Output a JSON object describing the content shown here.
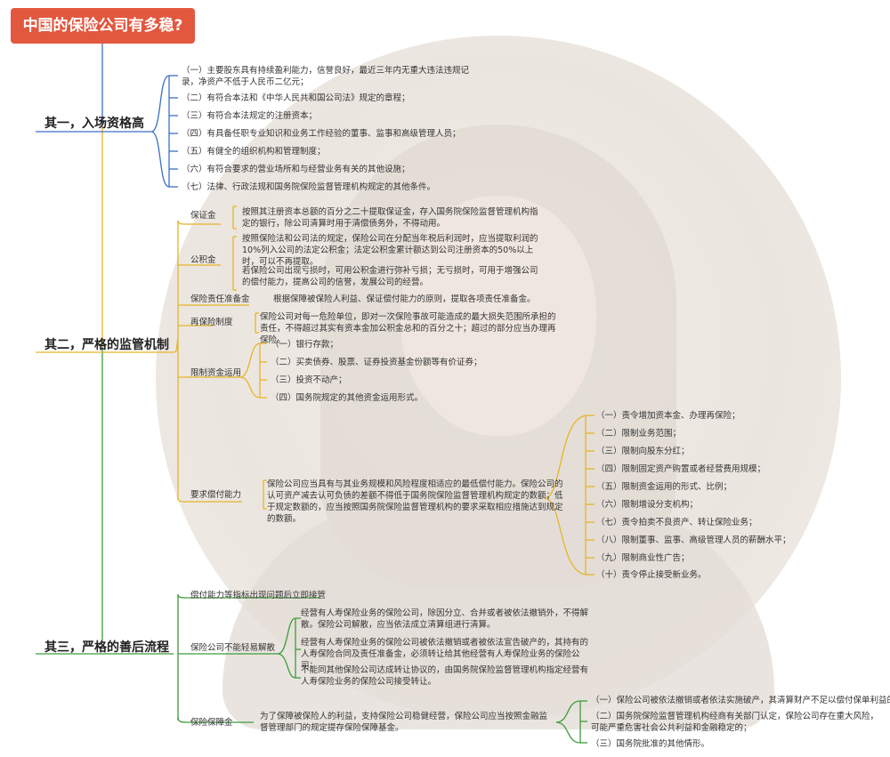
{
  "title": "中国的保险公司有多稳?",
  "branch1": {
    "label": "其一，入场资格高",
    "items": [
      "（一）主要股东具有持续盈利能力，信誉良好，最近三年内无重大违法违规记录，净资产不低于人民币二亿元；",
      "（二）有符合本法和《中华人民共和国公司法》规定的章程；",
      "（三）有符合本法规定的注册资本；",
      "（四）有具备任职专业知识和业务工作经验的董事、监事和高级管理人员；",
      "（五）有健全的组织机构和管理制度；",
      "（六）有符合要求的营业场所和与经营业务有关的其他设施；",
      "（七）法律、行政法规和国务院保险监督管理机构规定的其他条件。"
    ]
  },
  "branch2": {
    "label": "其二，严格的监管机制",
    "guarantee": {
      "label": "保证金",
      "text": "按照其注册资本总额的百分之二十提取保证金，存入国务院保险监督管理机构指定的银行，除公司清算时用于清偿债务外，不得动用。"
    },
    "reserve": {
      "label": "公积金",
      "text1": "按照保险法和公司法的规定，保险公司在分配当年税后利润时，应当提取利润的10%列入公司的法定公积金；法定公积金累计额达到公司注册资本的50%以上时，可以不再提取。",
      "text2": "若保险公司出现亏损时，可用公积金进行弥补亏损；无亏损时，可用于增强公司的偿付能力，提高公司的信誉，发展公司的经营。"
    },
    "liability": {
      "label": "保险责任准备金",
      "text": "根据保障被保险人利益、保证偿付能力的原则，提取各项责任准备金。"
    },
    "reinsurance": {
      "label": "再保险制度",
      "text": "保险公司对每一危险单位，即对一次保险事故可能造成的最大损失范围所承担的责任，不得超过其实有资本金加公积金总和的百分之十；超过的部分应当办理再保险。"
    },
    "funds": {
      "label": "限制资金运用",
      "items": [
        "（一）银行存款；",
        "（二）买卖债券、股票、证券投资基金份额等有价证券；",
        "（三）投资不动产；",
        "（四）国务院规定的其他资金运用形式。"
      ]
    },
    "solvency": {
      "label": "要求偿付能力",
      "text": "保险公司应当具有与其业务规模和风险程度相适应的最低偿付能力。保险公司的认可资产减去认可负债的差额不得低于国务院保险监督管理机构规定的数额；低于规定数额的，应当按照国务院保险监督管理机构的要求采取相应措施达到规定的数额。",
      "measures": [
        "（一）责令增加资本金、办理再保险；",
        "（二）限制业务范围；",
        "（三）限制向股东分红；",
        "（四）限制固定资产购置或者经营费用规模；",
        "（五）限制资金运用的形式、比例；",
        "（六）限制增设分支机构；",
        "（七）责令拍卖不良资产、转让保险业务；",
        "（八）限制董事、监事、高级管理人员的薪酬水平；",
        "（九）限制商业性广告；",
        "（十）责令停止接受新业务。"
      ]
    }
  },
  "branch3": {
    "label": "其三，严格的善后流程",
    "takeover": "偿付能力等指标出现问题后立即接管",
    "no_dissolve": {
      "label": "保险公司不能轻易解散",
      "items": [
        "经营有人寿保险业务的保险公司，除因分立、合并或者被依法撤销外，不得解散。保险公司解散，应当依法成立清算组进行清算。",
        "经营有人寿保险业务的保险公司被依法撤销或者被依法宣告破产的，其持有的人寿保险合同及责任准备金，必须转让给其他经营有人寿保险业务的保险公司；",
        "不能同其他保险公司达成转让协议的，由国务院保险监督管理机构指定经营有人寿保险业务的保险公司接受转让。"
      ]
    },
    "fund": {
      "label": "保险保障金",
      "text": "为了保障被保险人的利益，支持保险公司稳健经营，保险公司应当按照金融监督管理部门的规定提存保险保障基金。",
      "items": [
        "（一）保险公司被依法撤销或者依法实施破产，其清算财产不足以偿付保单利益的；",
        "（二）国务院保险监督管理机构经商有关部门认定，保险公司存在重大风险，可能严重危害社会公共利益和金融稳定的；",
        "（三）国务院批准的其他情形。"
      ]
    }
  },
  "colors": {
    "root": "#e2583f",
    "branch1": "#3b6fc4",
    "branch2": "#e6b429",
    "branch3": "#3c9c3c"
  }
}
